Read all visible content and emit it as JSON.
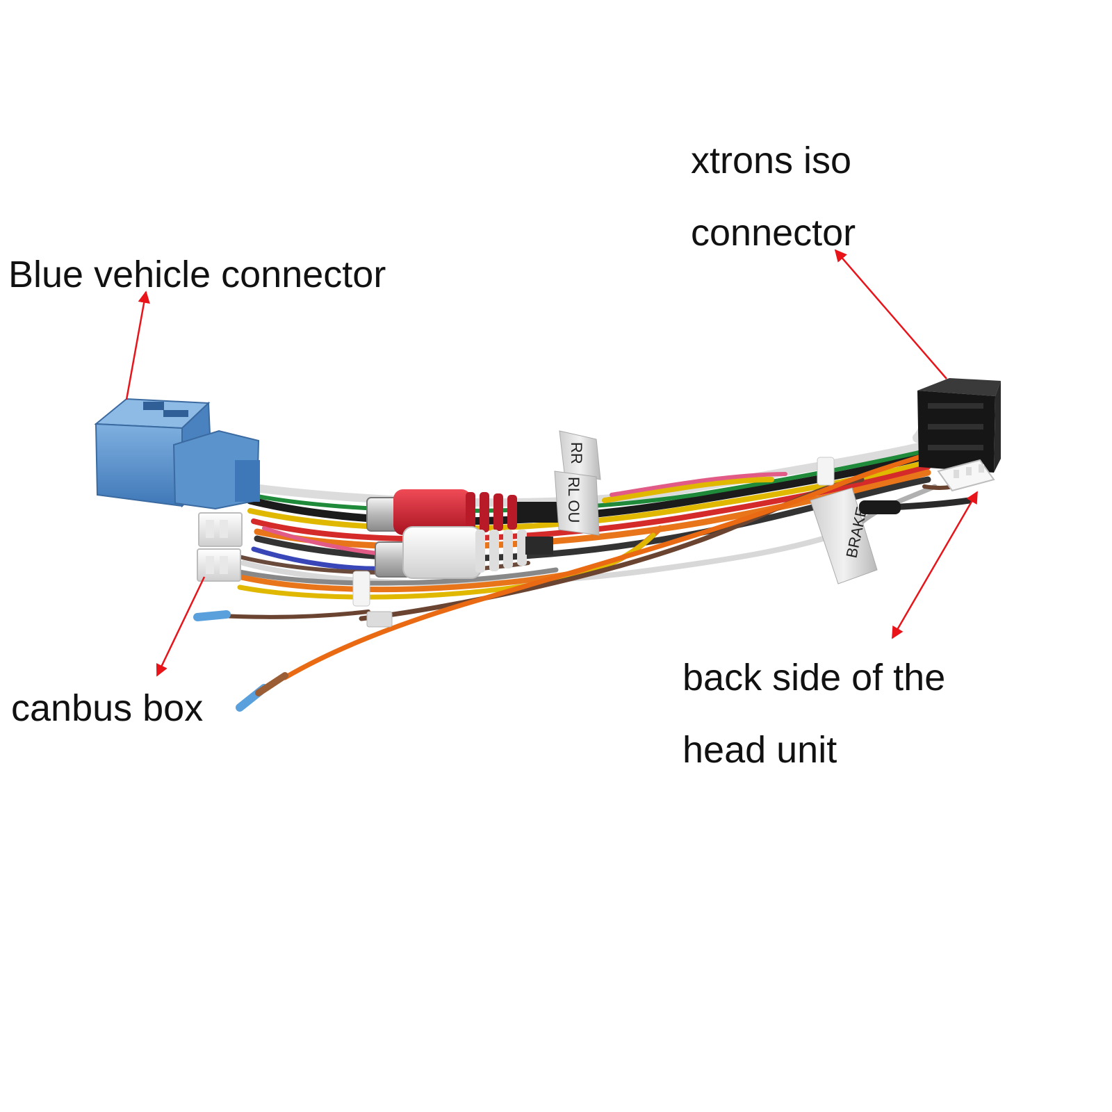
{
  "labels": {
    "blue_vehicle_connector": "Blue vehicle connector",
    "iso_line1": "xtrons iso",
    "iso_line2": "connector",
    "canbus_box": "canbus box",
    "back_line1": "back side of the",
    "back_line2": "head unit"
  },
  "tape_labels": {
    "rr": "RR",
    "rl": "RL OU",
    "brake": "BRAKE"
  },
  "colors": {
    "arrow": "#e8141a",
    "blue_connector": "#5b93cc",
    "iso_connector": "#1a1a1a",
    "rca_red": "#d0202e",
    "rca_white": "#f2f2f2"
  }
}
